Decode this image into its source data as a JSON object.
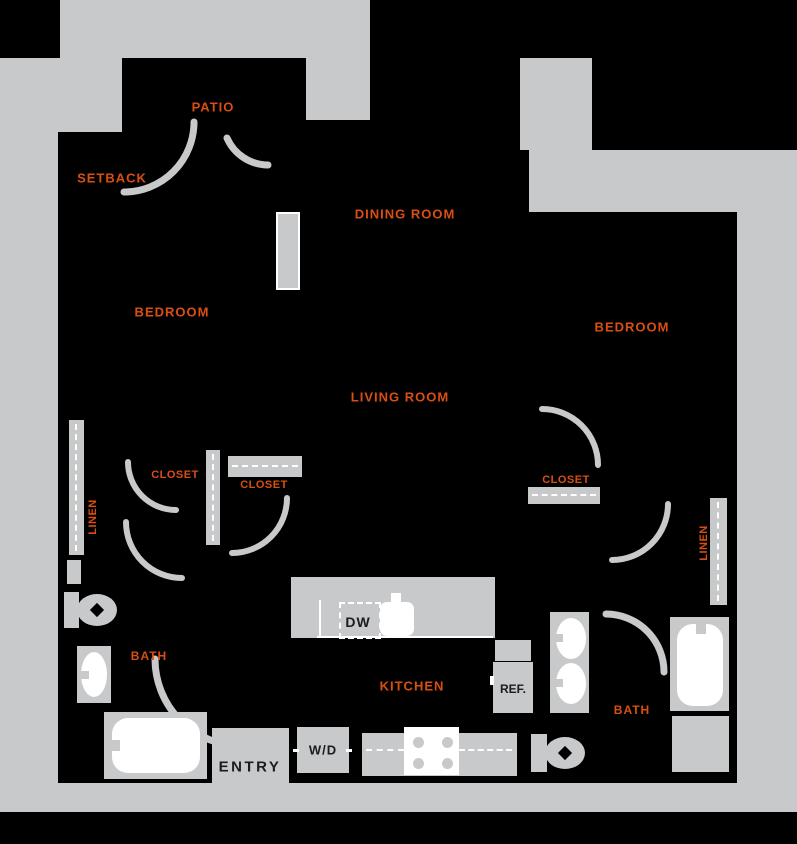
{
  "colors": {
    "background": "#000000",
    "exterior_gray": "#c8c9ca",
    "fixture_gray": "#c8c9ca",
    "label_orange": "#d94f12",
    "fixture_text_dark": "#1c1c1c",
    "fixture_white": "#ffffff"
  },
  "rooms": {
    "patio": "PATIO",
    "setback": "SETBACK",
    "dining_room": "DINING ROOM",
    "living_room": "LIVING ROOM",
    "bedroom_left": "BEDROOM",
    "bedroom_right": "BEDROOM",
    "kitchen": "KITCHEN",
    "bath_left": "BATH",
    "bath_right": "BATH"
  },
  "storage": {
    "closet_hall_left": "CLOSET",
    "closet_hall_right": "CLOSET",
    "closet_bedroom_right": "CLOSET",
    "linen_left": "LINEN",
    "linen_right": "LINEN"
  },
  "appliances": {
    "dishwasher": "DW",
    "refrigerator": "REF.",
    "washer_dryer": "W/D"
  },
  "features": {
    "entry": "ENTRY"
  }
}
